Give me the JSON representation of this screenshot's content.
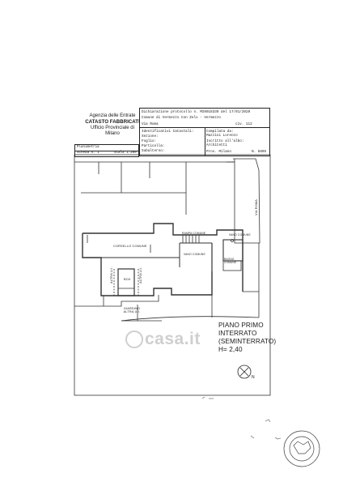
{
  "agency": {
    "line1": "Agenzia delle Entrate",
    "line2": "CATASTO FABBRICATI",
    "line3": "Ufficio Provinciale di",
    "line4": "Milano"
  },
  "header": {
    "dichiarazione": "Dichiarazione protocollo n.",
    "protocollo": "MI0018339",
    "del_label": "del",
    "del_date": "17/01/2020",
    "comune": "Comune di Vermezzo Con Zelo - Vermezzo",
    "via_label": "Via Roma",
    "civ_label": "civ.",
    "civ_value": "112",
    "identificativi": "Identificativi Catastali:",
    "sezione": "Sezione:",
    "foglio": "Foglio:",
    "particella": "Particella:",
    "subalterno": "Subalterno:",
    "compilata": "Compilata da:",
    "compilatore": "Mazzini Lorenzo",
    "iscritto": "Iscritto all'albo:",
    "albo": "Architetti",
    "prov": "Prov. Milano",
    "numero": "N. 8805"
  },
  "left_box": {
    "scheda": "Planimetria",
    "scheda_n": "Scheda n. 1",
    "scala": "Scala 1:200"
  },
  "rooms": {
    "corsello": "CORSELLO COMUNE",
    "rampa": "RAMPA COMUNE",
    "vano_comune": "VANO COMUNE",
    "vano_scale": "VANO COMUNE",
    "box": "BOX",
    "altra_ul_1": "ALTRA U.I.",
    "altra_ul_2": "ALTRA U.I.",
    "giardino": "GIARDINO ALTRA U.I.",
    "bagno": "BAGNO COMUNE",
    "via_roma": "VIA ROMA"
  },
  "floor": {
    "line1": "PIANO PRIMO",
    "line2": "INTERRATO",
    "line3": "(SEMINTERRATO)",
    "line4": "H= 2,40"
  },
  "watermark": "casa.it",
  "north_label": "N"
}
